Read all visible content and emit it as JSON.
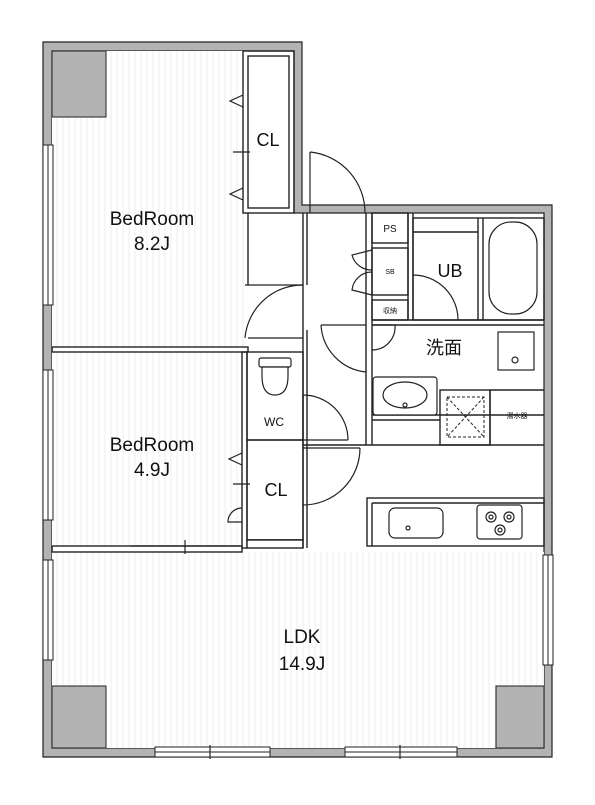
{
  "rooms": {
    "bedroom_large": {
      "name": "BedRoom",
      "size": "8.2J"
    },
    "bedroom_small": {
      "name": "BedRoom",
      "size": "4.9J"
    },
    "ldk": {
      "name": "LDK",
      "size": "14.9J"
    },
    "closet_upper": "CL",
    "closet_lower": "CL",
    "wc": "WC",
    "ub": "UB",
    "washroom": "洗面",
    "ps": "PS",
    "sb": "SB",
    "storage": "収納",
    "water_heater": "湯水器"
  },
  "colors": {
    "wall": "#b3b3b3",
    "line": "#222222",
    "floor_stripe": "#ececec"
  }
}
